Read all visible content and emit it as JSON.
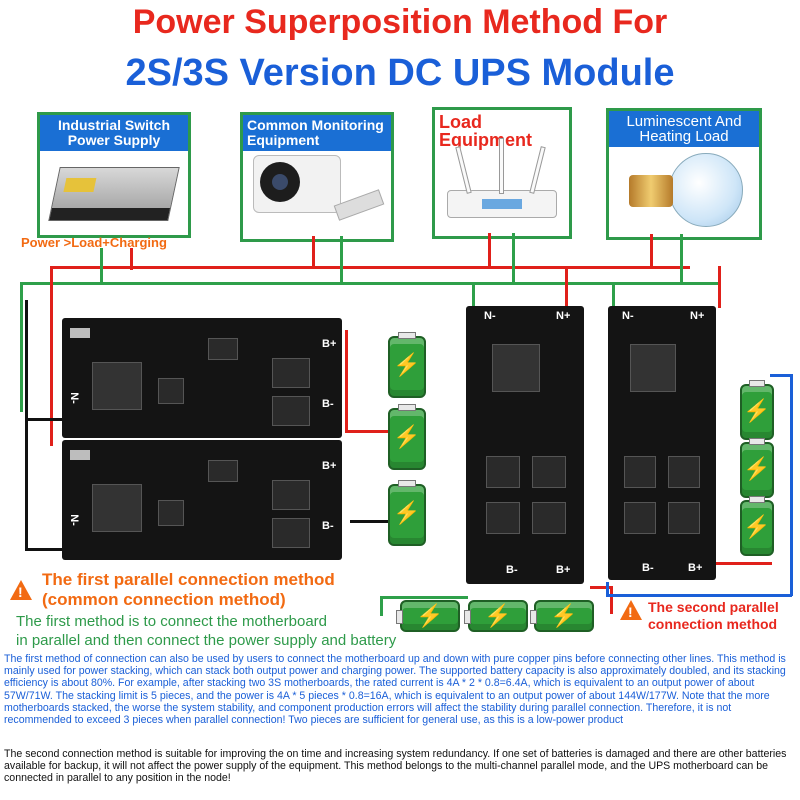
{
  "title": {
    "line1": "Power Superposition Method For",
    "line2": "2S/3S Version DC UPS Module"
  },
  "devices": [
    {
      "label": "Industrial Switch Power Supply"
    },
    {
      "label": "Common Monitoring Equipment"
    },
    {
      "label": "Load Equipment"
    },
    {
      "label": "Luminescent And Heating Load"
    }
  ],
  "power_flow_label": "Power >Load+Charging",
  "board_pins": {
    "bplus": "B+",
    "bminus": "B-",
    "nplus": "N+",
    "nminus": "N-"
  },
  "method1": {
    "title_line1": "The first parallel connection method",
    "title_line2": "(common connection method)",
    "sub_line1": "The first method is to connect the motherboard",
    "sub_line2": "in parallel and then connect the power supply and battery"
  },
  "method2": {
    "title_line1": "The second parallel",
    "title_line2": "connection method"
  },
  "description_1": "The first method of connection can also be used by users to connect the motherboard up and down with pure copper pins before connecting other lines. This method is mainly used for power stacking, which can stack both output power and charging power. The supported battery capacity is also approximately doubled, and its stacking efficiency is about 80%. For example, after stacking two 3S motherboards, the rated current is 4A * 2 * 0.8=6.4A, which is equivalent to an output power of about 57W/71W. The stacking limit is 5 pieces, and the power is 4A * 5 pieces * 0.8=16A, which is equivalent to an output power of about 144W/177W. Note that the more motherboards stacked, the worse the system stability, and component production errors will affect the stability during parallel connection. Therefore, it is not recommended to exceed 3 pieces when parallel connection! Two pieces are sufficient for general use, as this is a low-power product",
  "description_2": "The second connection method is suitable for improving the on time and increasing system redundancy. If one set of batteries is damaged and there are other batteries available for backup, it will not affect the power supply of the equipment. This method belongs to the multi-channel parallel mode, and the UPS motherboard can be connected in parallel to any position in the node!",
  "colors": {
    "title_red": "#e8281e",
    "title_blue": "#1a5fd8",
    "wire_green": "#2ea04a",
    "wire_red": "#e0201a",
    "accent_orange": "#f26a12"
  }
}
